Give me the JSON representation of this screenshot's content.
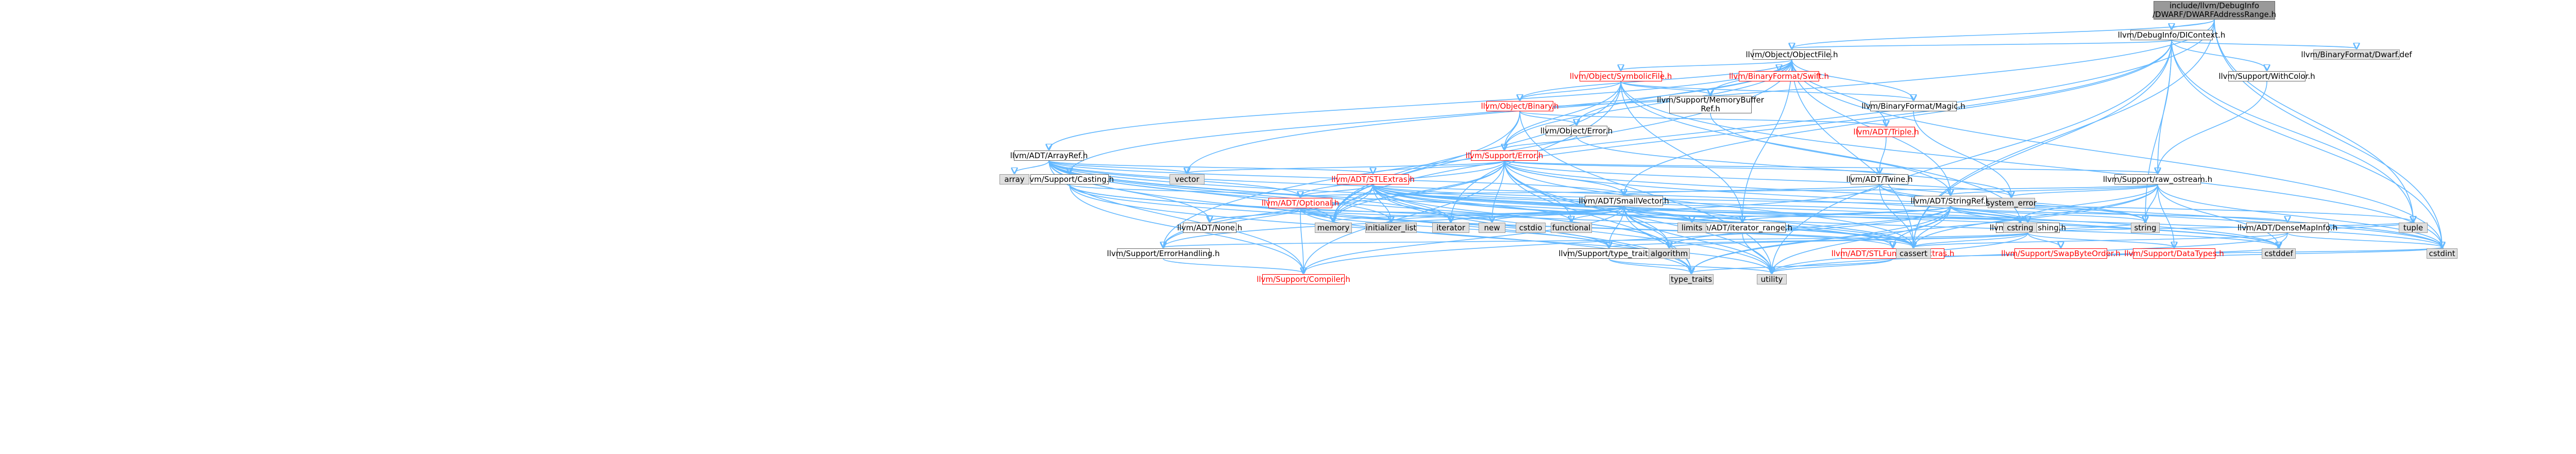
{
  "diagram": {
    "nodes": [
      {
        "id": "root",
        "label": "include/llvm/DebugInfo\n/DWARF/DWARFAddressRange.h",
        "style": "root"
      },
      {
        "id": "dicontext",
        "label": "llvm/DebugInfo/DIContext.h",
        "style": "white"
      },
      {
        "id": "objectfile",
        "label": "llvm/Object/ObjectFile.h",
        "style": "white"
      },
      {
        "id": "symbolicfile",
        "label": "llvm/Object/SymbolicFile.h",
        "style": "red"
      },
      {
        "id": "swift",
        "label": "llvm/BinaryFormat/Swift.h",
        "style": "red"
      },
      {
        "id": "binary",
        "label": "llvm/Object/Binary.h",
        "style": "red"
      },
      {
        "id": "membuf",
        "label": "llvm/Support/MemoryBuffer\nRef.h",
        "style": "white"
      },
      {
        "id": "magic",
        "label": "llvm/BinaryFormat/Magic.h",
        "style": "white"
      },
      {
        "id": "triple",
        "label": "llvm/ADT/Triple.h",
        "style": "red"
      },
      {
        "id": "objerror",
        "label": "llvm/Object/Error.h",
        "style": "white"
      },
      {
        "id": "supporterror",
        "label": "llvm/Support/Error.h",
        "style": "red"
      },
      {
        "id": "withcolor",
        "label": "llvm/Support/WithColor.h",
        "style": "white"
      },
      {
        "id": "dwarfdef",
        "label": "llvm/BinaryFormat/Dwarf.def",
        "style": "gray"
      },
      {
        "id": "arrayref",
        "label": "llvm/ADT/ArrayRef.h",
        "style": "white"
      },
      {
        "id": "casting",
        "label": "llvm/Support/Casting.h",
        "style": "white"
      },
      {
        "id": "stlextras",
        "label": "llvm/ADT/STLExtras.h",
        "style": "red"
      },
      {
        "id": "twine",
        "label": "llvm/ADT/Twine.h",
        "style": "white"
      },
      {
        "id": "rawostream",
        "label": "llvm/Support/raw_ostream.h",
        "style": "white"
      },
      {
        "id": "optional",
        "label": "llvm/ADT/Optional.h",
        "style": "red"
      },
      {
        "id": "smallvector",
        "label": "llvm/ADT/SmallVector.h",
        "style": "white"
      },
      {
        "id": "stringref",
        "label": "llvm/ADT/StringRef.h",
        "style": "white"
      },
      {
        "id": "none",
        "label": "llvm/ADT/None.h",
        "style": "white"
      },
      {
        "id": "iterrange",
        "label": "llvm/ADT/iterator_range.h",
        "style": "white"
      },
      {
        "id": "hashing",
        "label": "llvm/ADT/Hashing.h",
        "style": "white"
      },
      {
        "id": "densemapinfo",
        "label": "llvm/ADT/DenseMapInfo.h",
        "style": "white"
      },
      {
        "id": "errorhandling",
        "label": "llvm/Support/ErrorHandling.h",
        "style": "white"
      },
      {
        "id": "typetraits",
        "label": "llvm/Support/type_traits.h",
        "style": "white"
      },
      {
        "id": "stlfunc",
        "label": "llvm/ADT/STLFunctionalExtras.h",
        "style": "red"
      },
      {
        "id": "swapbyte",
        "label": "llvm/Support/SwapByteOrder.h",
        "style": "red"
      },
      {
        "id": "datatypes",
        "label": "llvm/Support/DataTypes.h",
        "style": "red"
      },
      {
        "id": "compiler",
        "label": "llvm/Support/Compiler.h",
        "style": "red"
      },
      {
        "id": "array",
        "label": "array",
        "style": "gray"
      },
      {
        "id": "vector",
        "label": "vector",
        "style": "gray"
      },
      {
        "id": "memory",
        "label": "memory",
        "style": "gray"
      },
      {
        "id": "initlist",
        "label": "initializer_list",
        "style": "gray"
      },
      {
        "id": "iterator",
        "label": "iterator",
        "style": "gray"
      },
      {
        "id": "new",
        "label": "new",
        "style": "gray"
      },
      {
        "id": "cstdio",
        "label": "cstdio",
        "style": "gray"
      },
      {
        "id": "functional",
        "label": "functional",
        "style": "gray"
      },
      {
        "id": "limits",
        "label": "limits",
        "style": "gray"
      },
      {
        "id": "syserror",
        "label": "system_error",
        "style": "gray"
      },
      {
        "id": "algorithm",
        "label": "algorithm",
        "style": "gray"
      },
      {
        "id": "cassert",
        "label": "cassert",
        "style": "gray"
      },
      {
        "id": "cstring",
        "label": "cstring",
        "style": "gray"
      },
      {
        "id": "string",
        "label": "string",
        "style": "gray"
      },
      {
        "id": "tuple",
        "label": "tuple",
        "style": "gray"
      },
      {
        "id": "cstddef",
        "label": "cstddef",
        "style": "gray"
      },
      {
        "id": "cstdint",
        "label": "cstdint",
        "style": "gray"
      },
      {
        "id": "utility",
        "label": "utility",
        "style": "gray"
      },
      {
        "id": "typetraitsstd",
        "label": "type_traits",
        "style": "gray"
      }
    ],
    "edges": [
      [
        "root",
        "dicontext"
      ],
      [
        "root",
        "objectfile"
      ],
      [
        "root",
        "vector"
      ],
      [
        "root",
        "cstdint"
      ],
      [
        "root",
        "tuple"
      ],
      [
        "root",
        "cassert"
      ],
      [
        "root",
        "errorhandling"
      ],
      [
        "dicontext",
        "objectfile"
      ],
      [
        "dicontext",
        "withcolor"
      ],
      [
        "dicontext",
        "dwarfdef"
      ],
      [
        "dicontext",
        "rawostream"
      ],
      [
        "dicontext",
        "smallvector"
      ],
      [
        "dicontext",
        "cassert"
      ],
      [
        "dicontext",
        "cstdint"
      ],
      [
        "dicontext",
        "memory"
      ],
      [
        "dicontext",
        "string"
      ],
      [
        "dicontext",
        "tuple"
      ],
      [
        "dicontext",
        "utility"
      ],
      [
        "objectfile",
        "arrayref"
      ],
      [
        "objectfile",
        "iterrange"
      ],
      [
        "objectfile",
        "stringref"
      ],
      [
        "objectfile",
        "triple"
      ],
      [
        "objectfile",
        "magic"
      ],
      [
        "objectfile",
        "swift"
      ],
      [
        "objectfile",
        "binary"
      ],
      [
        "objectfile",
        "objerror"
      ],
      [
        "objectfile",
        "symbolicfile"
      ],
      [
        "objectfile",
        "casting"
      ],
      [
        "objectfile",
        "supporterror"
      ],
      [
        "objectfile",
        "membuf"
      ],
      [
        "objectfile",
        "cassert"
      ],
      [
        "objectfile",
        "cstdint"
      ],
      [
        "objectfile",
        "memory"
      ],
      [
        "objectfile",
        "system_error"
      ],
      [
        "symbolicfile",
        "iterrange"
      ],
      [
        "symbolicfile",
        "magic"
      ],
      [
        "symbolicfile",
        "binary"
      ],
      [
        "symbolicfile",
        "supporterror"
      ],
      [
        "symbolicfile",
        "membuf"
      ],
      [
        "symbolicfile",
        "cinttypes"
      ],
      [
        "symbolicfile",
        "cstdint"
      ],
      [
        "symbolicfile",
        "cstring"
      ],
      [
        "symbolicfile",
        "iterator"
      ],
      [
        "symbolicfile",
        "memory"
      ],
      [
        "binary",
        "triple"
      ],
      [
        "binary",
        "objerror"
      ],
      [
        "binary",
        "supporterror"
      ],
      [
        "binary",
        "membuf"
      ],
      [
        "binary",
        "memory"
      ],
      [
        "binary",
        "utility"
      ],
      [
        "membuf",
        "stringref"
      ],
      [
        "magic",
        "syserror"
      ],
      [
        "triple",
        "twine"
      ],
      [
        "objerror",
        "supporterror"
      ],
      [
        "objerror",
        "syserror"
      ],
      [
        "supporterror",
        "stlextras"
      ],
      [
        "supporterror",
        "smallvector"
      ],
      [
        "supporterror",
        "errorhandling"
      ],
      [
        "supporterror",
        "rawostream"
      ],
      [
        "supporterror",
        "twine"
      ],
      [
        "supporterror",
        "compiler"
      ],
      [
        "supporterror",
        "optional"
      ],
      [
        "supporterror",
        "algorithm"
      ],
      [
        "supporterror",
        "cassert"
      ],
      [
        "supporterror",
        "cstdint"
      ],
      [
        "supporterror",
        "cstdlib"
      ],
      [
        "supporterror",
        "functional"
      ],
      [
        "supporterror",
        "memory"
      ],
      [
        "supporterror",
        "new"
      ],
      [
        "supporterror",
        "string"
      ],
      [
        "supporterror",
        "syserror"
      ],
      [
        "supporterror",
        "typetraitsstd"
      ],
      [
        "supporterror",
        "utility"
      ],
      [
        "supporterror",
        "vector"
      ],
      [
        "withcolor",
        "rawostream"
      ],
      [
        "arrayref",
        "stlextras"
      ],
      [
        "arrayref",
        "smallvector"
      ],
      [
        "arrayref",
        "compiler"
      ],
      [
        "arrayref",
        "algorithm"
      ],
      [
        "arrayref",
        "array"
      ],
      [
        "arrayref",
        "cassert"
      ],
      [
        "arrayref",
        "cstddef"
      ],
      [
        "arrayref",
        "initlist"
      ],
      [
        "arrayref",
        "iterator"
      ],
      [
        "arrayref",
        "memory"
      ],
      [
        "arrayref",
        "typetraitsstd"
      ],
      [
        "arrayref",
        "vector"
      ],
      [
        "arrayref",
        "hashing"
      ],
      [
        "arrayref",
        "none"
      ],
      [
        "arrayref",
        "optional"
      ],
      [
        "casting",
        "optional"
      ],
      [
        "casting",
        "compiler"
      ],
      [
        "casting",
        "typetraits"
      ],
      [
        "casting",
        "cassert"
      ],
      [
        "casting",
        "memory"
      ],
      [
        "casting",
        "typetraitsstd"
      ],
      [
        "stlextras",
        "optional"
      ],
      [
        "stlextras",
        "stlfunc"
      ],
      [
        "stlextras",
        "iterrange"
      ],
      [
        "stlextras",
        "hashing"
      ],
      [
        "stlextras",
        "errorhandling"
      ],
      [
        "stlextras",
        "algorithm"
      ],
      [
        "stlextras",
        "cassert"
      ],
      [
        "stlextras",
        "cstddef"
      ],
      [
        "stlextras",
        "cstdint"
      ],
      [
        "stlextras",
        "cstdlib"
      ],
      [
        "stlextras",
        "functional"
      ],
      [
        "stlextras",
        "initlist"
      ],
      [
        "stlextras",
        "iterator"
      ],
      [
        "stlextras",
        "limits"
      ],
      [
        "stlextras",
        "memory"
      ],
      [
        "stlextras",
        "tuple"
      ],
      [
        "stlextras",
        "typetraitsstd"
      ],
      [
        "stlextras",
        "utility"
      ],
      [
        "twine",
        "smallvector"
      ],
      [
        "twine",
        "stringref"
      ],
      [
        "twine",
        "errorhandling"
      ],
      [
        "twine",
        "cassert"
      ],
      [
        "twine",
        "cstdint"
      ],
      [
        "twine",
        "string"
      ],
      [
        "rawostream",
        "stringref"
      ],
      [
        "rawostream",
        "datatypes"
      ],
      [
        "rawostream",
        "cassert"
      ],
      [
        "rawostream",
        "cstddef"
      ],
      [
        "rawostream",
        "cstdint"
      ],
      [
        "rawostream",
        "cstring"
      ],
      [
        "rawostream",
        "string"
      ],
      [
        "rawostream",
        "syserror"
      ],
      [
        "rawostream",
        "typetraitsstd"
      ],
      [
        "rawostream",
        "optional"
      ],
      [
        "optional",
        "hashing"
      ],
      [
        "optional",
        "none"
      ],
      [
        "optional",
        "stlfunc"
      ],
      [
        "optional",
        "compiler"
      ],
      [
        "optional",
        "typetraits"
      ],
      [
        "optional",
        "cassert"
      ],
      [
        "optional",
        "new"
      ],
      [
        "optional",
        "utility"
      ],
      [
        "smallvector",
        "compiler"
      ],
      [
        "smallvector",
        "typetraits"
      ],
      [
        "smallvector",
        "algorithm"
      ],
      [
        "smallvector",
        "cassert"
      ],
      [
        "smallvector",
        "cstddef"
      ],
      [
        "smallvector",
        "cstdlib"
      ],
      [
        "smallvector",
        "cstring"
      ],
      [
        "smallvector",
        "functional"
      ],
      [
        "smallvector",
        "initlist"
      ],
      [
        "smallvector",
        "iterator"
      ],
      [
        "smallvector",
        "limits"
      ],
      [
        "smallvector",
        "memory"
      ],
      [
        "smallvector",
        "new"
      ],
      [
        "smallvector",
        "typetraitsstd"
      ],
      [
        "smallvector",
        "utility"
      ],
      [
        "stringref",
        "stlfunc"
      ],
      [
        "stringref",
        "iterrange"
      ],
      [
        "stringref",
        "compiler"
      ],
      [
        "stringref",
        "algorithm"
      ],
      [
        "stringref",
        "cassert"
      ],
      [
        "stringref",
        "cstddef"
      ],
      [
        "stringref",
        "cstring"
      ],
      [
        "stringref",
        "limits"
      ],
      [
        "stringref",
        "string"
      ],
      [
        "stringref",
        "typetraitsstd"
      ],
      [
        "stringref",
        "utility"
      ],
      [
        "stringref",
        "hashing"
      ],
      [
        "stringref",
        "densemapinfo"
      ],
      [
        "iterrange",
        "utility"
      ],
      [
        "hashing",
        "errorhandling"
      ],
      [
        "hashing",
        "swapbyte"
      ],
      [
        "hashing",
        "datatypes"
      ],
      [
        "hashing",
        "typetraits"
      ],
      [
        "hashing",
        "algorithm"
      ],
      [
        "hashing",
        "cassert"
      ],
      [
        "hashing",
        "cstring"
      ],
      [
        "hashing",
        "string"
      ],
      [
        "hashing",
        "tuple"
      ],
      [
        "hashing",
        "utility"
      ],
      [
        "densemapinfo",
        "cassert"
      ],
      [
        "densemapinfo",
        "cstddef"
      ],
      [
        "densemapinfo",
        "cstdint"
      ],
      [
        "densemapinfo",
        "tuple"
      ],
      [
        "densemapinfo",
        "utility"
      ],
      [
        "errorhandling",
        "compiler"
      ],
      [
        "typetraits",
        "typetraitsstd"
      ],
      [
        "typetraits",
        "utility"
      ],
      [
        "stlfunc",
        "typetraitsstd"
      ],
      [
        "stlfunc",
        "cstdint"
      ],
      [
        "stlfunc",
        "utility"
      ],
      [
        "swapbyte",
        "cstddef"
      ],
      [
        "datatypes",
        "cstdint"
      ]
    ]
  }
}
